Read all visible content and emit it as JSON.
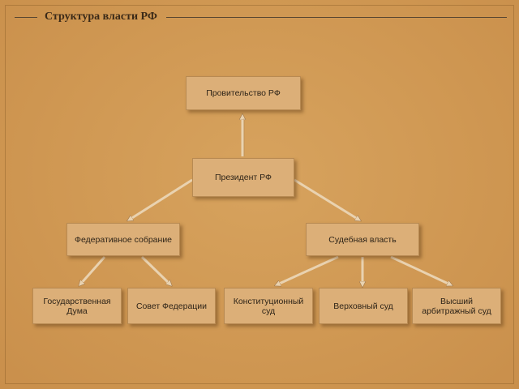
{
  "title": "Структура власти РФ",
  "nodes": {
    "government": "Провительство РФ",
    "president": "Президент РФ",
    "federal_assembly": "Федеративное собрание",
    "judicial": "Судебная власть",
    "state_duma": "Государственная Дума",
    "federation_council": "Совет Федерации",
    "constitutional_court": "Конституционный суд",
    "supreme_court": "Верховный суд",
    "arbitration_court": "Высший арбитражный суд"
  },
  "colors": {
    "background": "#d19a55",
    "box": "#dcaf78",
    "arrow": "#e9d2b0"
  }
}
